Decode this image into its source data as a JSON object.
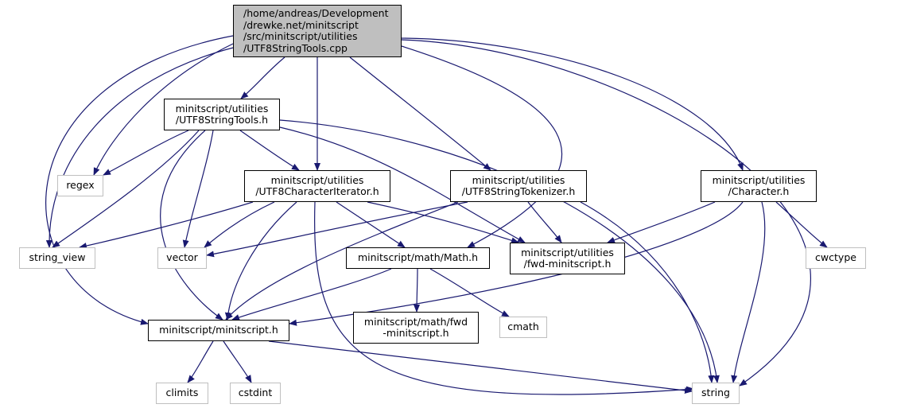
{
  "nodes": [
    {
      "id": "root",
      "lines": [
        "/home/andreas/Development",
        "/drewke.net/minitscript",
        "/src/minitscript/utilities",
        "/UTF8StringTools.cpp"
      ],
      "style": "root"
    },
    {
      "id": "utf8stringtools_h",
      "lines": [
        "minitscript/utilities",
        "/UTF8StringTools.h"
      ],
      "style": "normal"
    },
    {
      "id": "regex",
      "lines": [
        "regex"
      ],
      "style": "system"
    },
    {
      "id": "utf8characteriterator_h",
      "lines": [
        "minitscript/utilities",
        "/UTF8CharacterIterator.h"
      ],
      "style": "normal"
    },
    {
      "id": "utf8stringtokenizer_h",
      "lines": [
        "minitscript/utilities",
        "/UTF8StringTokenizer.h"
      ],
      "style": "normal"
    },
    {
      "id": "character_h",
      "lines": [
        "minitscript/utilities",
        "/Character.h"
      ],
      "style": "normal"
    },
    {
      "id": "string_view",
      "lines": [
        "string_view"
      ],
      "style": "system"
    },
    {
      "id": "vector",
      "lines": [
        "vector"
      ],
      "style": "system"
    },
    {
      "id": "math_h",
      "lines": [
        "minitscript/math/Math.h"
      ],
      "style": "normal"
    },
    {
      "id": "fwd_utilities_h",
      "lines": [
        "minitscript/utilities",
        "/fwd-minitscript.h"
      ],
      "style": "normal"
    },
    {
      "id": "cwctype",
      "lines": [
        "cwctype"
      ],
      "style": "system"
    },
    {
      "id": "minitscript_h",
      "lines": [
        "minitscript/minitscript.h"
      ],
      "style": "normal"
    },
    {
      "id": "fwd_math_h",
      "lines": [
        "minitscript/math/fwd",
        "-minitscript.h"
      ],
      "style": "normal"
    },
    {
      "id": "cmath",
      "lines": [
        "cmath"
      ],
      "style": "system"
    },
    {
      "id": "climits",
      "lines": [
        "climits"
      ],
      "style": "system"
    },
    {
      "id": "cstdint",
      "lines": [
        "cstdint"
      ],
      "style": "system"
    },
    {
      "id": "string",
      "lines": [
        "string"
      ],
      "style": "system"
    }
  ],
  "edges": [
    [
      "root",
      "utf8stringtools_h"
    ],
    [
      "root",
      "regex"
    ],
    [
      "root",
      "utf8characteriterator_h"
    ],
    [
      "root",
      "utf8stringtokenizer_h"
    ],
    [
      "root",
      "character_h"
    ],
    [
      "root",
      "string_view"
    ],
    [
      "root",
      "math_h"
    ],
    [
      "root",
      "minitscript_h"
    ],
    [
      "root",
      "string"
    ],
    [
      "utf8stringtools_h",
      "regex"
    ],
    [
      "utf8stringtools_h",
      "string_view"
    ],
    [
      "utf8stringtools_h",
      "vector"
    ],
    [
      "utf8stringtools_h",
      "utf8characteriterator_h"
    ],
    [
      "utf8stringtools_h",
      "fwd_utilities_h"
    ],
    [
      "utf8stringtools_h",
      "minitscript_h"
    ],
    [
      "utf8stringtools_h",
      "string"
    ],
    [
      "utf8characteriterator_h",
      "string_view"
    ],
    [
      "utf8characteriterator_h",
      "vector"
    ],
    [
      "utf8characteriterator_h",
      "math_h"
    ],
    [
      "utf8characteriterator_h",
      "fwd_utilities_h"
    ],
    [
      "utf8characteriterator_h",
      "minitscript_h"
    ],
    [
      "utf8characteriterator_h",
      "string"
    ],
    [
      "utf8stringtokenizer_h",
      "vector"
    ],
    [
      "utf8stringtokenizer_h",
      "fwd_utilities_h"
    ],
    [
      "utf8stringtokenizer_h",
      "minitscript_h"
    ],
    [
      "utf8stringtokenizer_h",
      "string"
    ],
    [
      "character_h",
      "fwd_utilities_h"
    ],
    [
      "character_h",
      "cwctype"
    ],
    [
      "character_h",
      "minitscript_h"
    ],
    [
      "character_h",
      "string"
    ],
    [
      "math_h",
      "minitscript_h"
    ],
    [
      "math_h",
      "fwd_math_h"
    ],
    [
      "math_h",
      "cmath"
    ],
    [
      "minitscript_h",
      "climits"
    ],
    [
      "minitscript_h",
      "cstdint"
    ],
    [
      "minitscript_h",
      "string"
    ]
  ],
  "colors": {
    "edge": "#191970",
    "node_border": "#000000",
    "system_border": "#bfbfbf",
    "root_fill": "#bfbfbf"
  }
}
